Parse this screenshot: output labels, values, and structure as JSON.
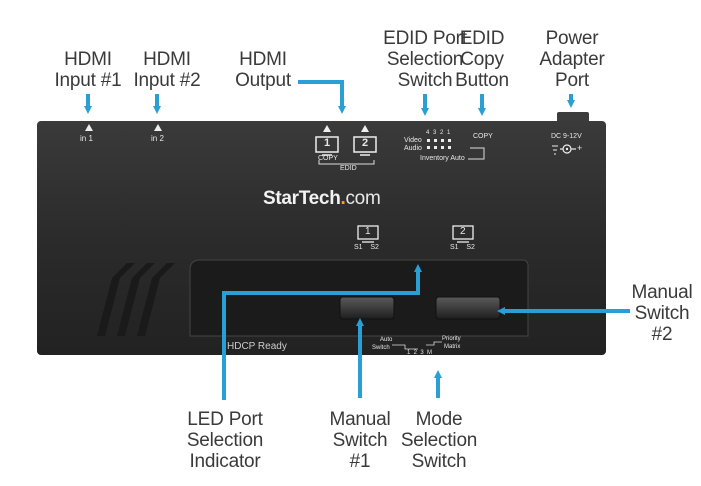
{
  "callouts": {
    "hdmi_input_1": [
      "HDMI",
      "Input #1"
    ],
    "hdmi_input_2": [
      "HDMI",
      "Input #2"
    ],
    "hdmi_output": [
      "HDMI",
      "Output"
    ],
    "edid_port_selection_switch": [
      "EDID Port",
      "Selection",
      "Switch"
    ],
    "edid_copy_button": [
      "EDID",
      "Copy",
      "Button"
    ],
    "power_adapter_port": [
      "Power",
      "Adapter",
      "Port"
    ],
    "manual_switch_2": [
      "Manual",
      "Switch",
      "#2"
    ],
    "led_port_selection_indicator": [
      "LED Port",
      "Selection",
      "Indicator"
    ],
    "manual_switch_1": [
      "Manual",
      "Switch",
      "#1"
    ],
    "mode_selection_switch": [
      "Mode",
      "Selection",
      "Switch"
    ]
  },
  "device": {
    "in1": "in 1",
    "in2": "in 2",
    "copy_small": "COPY",
    "edid": "EDID",
    "video": "Video",
    "audio": "Audio",
    "inventory_auto": "Inventory Auto",
    "copy_label": "COPY",
    "port_numbers": "4 3 2 1",
    "dc": "DC 9-12V",
    "brand_main": "StarTech",
    "brand_dot": ".",
    "brand_com": "com",
    "s1_s2": "S1    S2",
    "monitor_1": "1",
    "monitor_2": "2",
    "hdcp": "HDCP Ready",
    "auto": "Auto",
    "switch": "Switch",
    "priority": "Priority",
    "matrix": "Matrix",
    "mode_nums": "1  2  3  M"
  },
  "colors": {
    "arrow": "#2a9fd6",
    "device_body": "#2b2b2b",
    "panel": "#1c1c1c",
    "brand_dot": "#f5a800",
    "text": "#3a3a3a",
    "device_text": "#e8e8e8"
  }
}
